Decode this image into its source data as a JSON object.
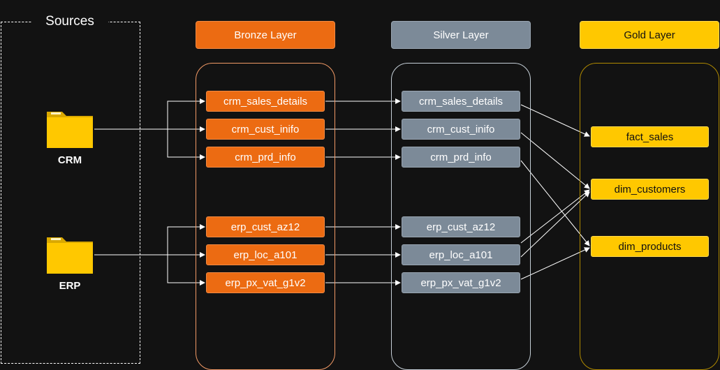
{
  "sources": {
    "title": "Sources",
    "items": [
      {
        "label": "CRM"
      },
      {
        "label": "ERP"
      }
    ]
  },
  "layers": {
    "bronze": {
      "title": "Bronze Layer",
      "color": "#ec6b12",
      "tables": [
        "crm_sales_details",
        "crm_cust_inifo",
        "crm_prd_info",
        "erp_cust_az12",
        "erp_loc_a101",
        "erp_px_vat_g1v2"
      ]
    },
    "silver": {
      "title": "Silver Layer",
      "color": "#7c8a98",
      "tables": [
        "crm_sales_details",
        "crm_cust_inifo",
        "crm_prd_info",
        "erp_cust_az12",
        "erp_loc_a101",
        "erp_px_vat_g1v2"
      ]
    },
    "gold": {
      "title": "Gold Layer",
      "color": "#ffc800",
      "tables": [
        "fact_sales",
        "dim_customers",
        "dim_products"
      ]
    }
  },
  "icons": {
    "folder": "folder-icon"
  }
}
